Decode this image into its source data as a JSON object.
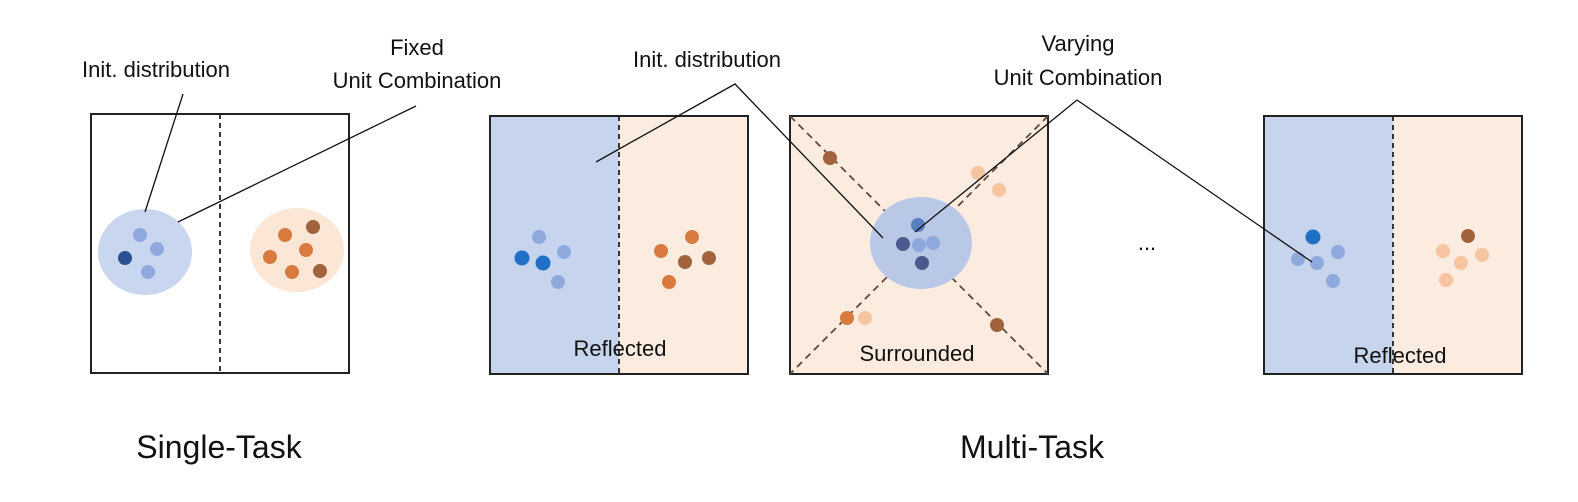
{
  "colors": {
    "blue_region": "#c6d4ee",
    "orange_region": "#fcebdf",
    "blue_light": "#8fa9dc",
    "blue_dark": "#2e4f93",
    "blue_vivid": "#1f6fc6",
    "blue_slate": "#4a5a8c",
    "blue_mid": "#5a7fbd",
    "orange_mid": "#d97b3f",
    "orange_brown": "#a0633b",
    "orange_light": "#f7c4a0",
    "frame": "#222222",
    "ellipse_blue": "#c9d6ef",
    "ellipse_orange": "#fce6d6",
    "ellipse_center": "#b9c8e6"
  },
  "labels": {
    "init_distribution_left": "Init. distribution",
    "fixed_line1": "Fixed",
    "fixed_line2": "Unit Combination",
    "init_distribution_mid": "Init. distribution",
    "varying_line1": "Varying",
    "varying_line2": "Unit Combination",
    "reflected_1": "Reflected",
    "surrounded": "Surrounded",
    "ellipsis": "...",
    "reflected_2": "Reflected",
    "single_task": "Single-Task",
    "multi_task": "Multi-Task"
  },
  "panels": [
    {
      "id": "single-task-panel",
      "layout": "split",
      "fill": "none"
    },
    {
      "id": "reflected-panel-1",
      "layout": "split",
      "fill": "blue-orange"
    },
    {
      "id": "surrounded-panel",
      "layout": "cross",
      "fill": "orange"
    },
    {
      "id": "reflected-panel-2",
      "layout": "split",
      "fill": "blue-orange"
    }
  ]
}
